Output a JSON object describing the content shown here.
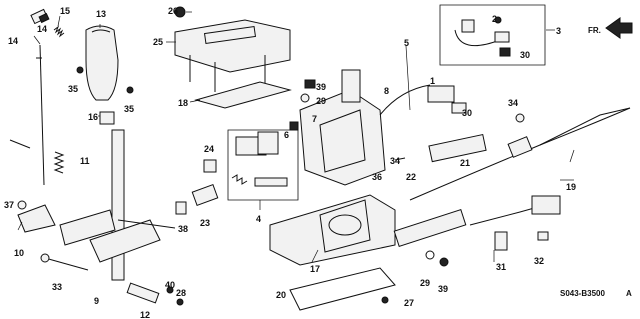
{
  "diagram": {
    "code": "S043-B3500",
    "code_suffix": "A",
    "direction_label": "FR."
  },
  "callouts": {
    "c1": "1",
    "c2": "2",
    "c3": "3",
    "c4": "4",
    "c5": "5",
    "c6": "6",
    "c7": "7",
    "c8": "8",
    "c9": "9",
    "c10": "10",
    "c11": "11",
    "c12": "12",
    "c13": "13",
    "c14": "14",
    "c15": "15",
    "c16": "16",
    "c17": "17",
    "c18": "18",
    "c19": "19",
    "c20": "20",
    "c21": "21",
    "c22": "22",
    "c23": "23",
    "c24": "24",
    "c25": "25",
    "c26": "26",
    "c27": "27",
    "c28": "28",
    "c29": "29",
    "c30": "30",
    "c31": "31",
    "c32": "32",
    "c33": "33",
    "c34": "34",
    "c35": "35",
    "c36": "36",
    "c37": "37",
    "c38": "38",
    "c39": "39",
    "c40": "40"
  }
}
